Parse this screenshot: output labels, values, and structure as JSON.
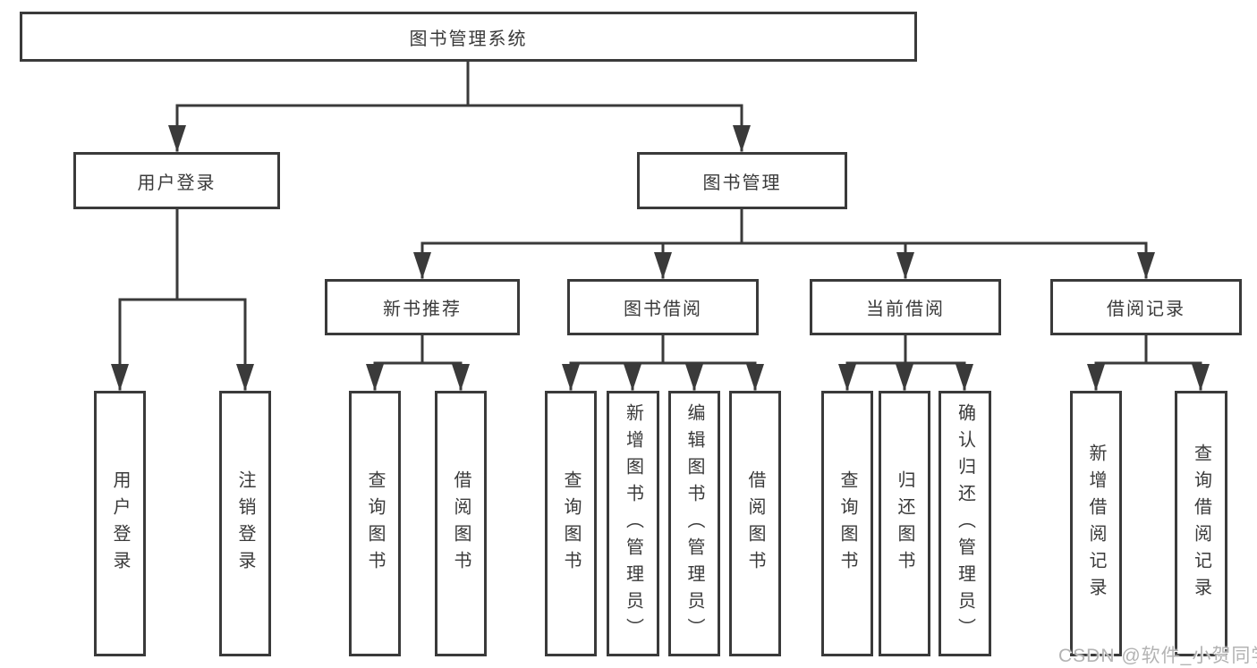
{
  "tree": {
    "root": {
      "label": "图书管理系统"
    },
    "branches": [
      {
        "label": "用户登录",
        "children": [
          "用户登录",
          "注销登录"
        ]
      },
      {
        "label": "图书管理",
        "sections": [
          {
            "label": "新书推荐",
            "children": [
              "查询图书",
              "借阅图书"
            ]
          },
          {
            "label": "图书借阅",
            "children": [
              "查询图书",
              "新增图书（管理员）",
              "编辑图书（管理员）",
              "借阅图书"
            ]
          },
          {
            "label": "当前借阅",
            "children": [
              "查询图书",
              "归还图书",
              "确认归还（管理员）"
            ]
          },
          {
            "label": "借阅记录",
            "children": [
              "新增借阅记录",
              "查询借阅记录"
            ]
          }
        ]
      }
    ]
  },
  "watermark": "CSDN @软件_小贺同学",
  "colors": {
    "line": "#3a3a3a",
    "text": "#3a3a3a",
    "watermark": "#b3b3b3",
    "background": "#ffffff"
  }
}
